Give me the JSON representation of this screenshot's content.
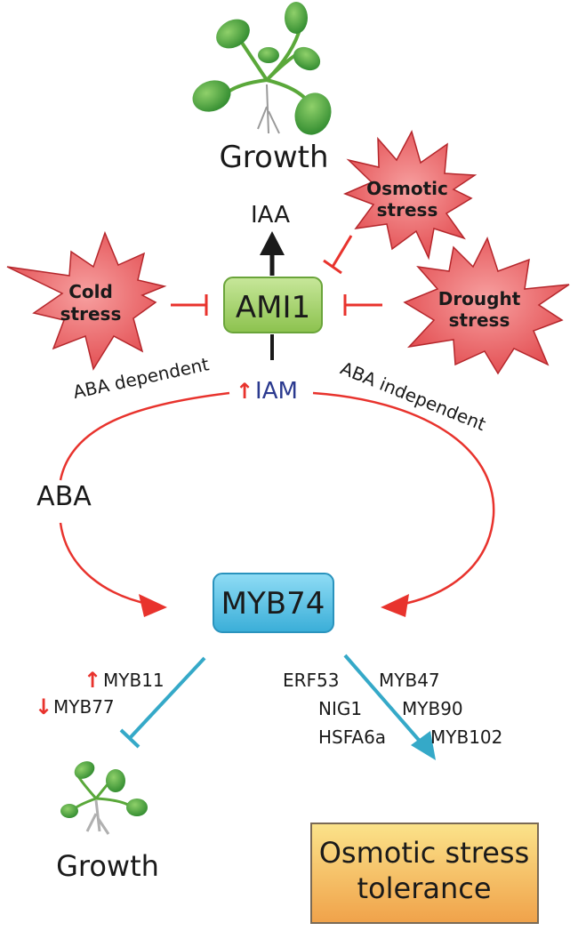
{
  "labels": {
    "growth_top": "Growth",
    "osmotic_stress_line1": "Osmotic",
    "osmotic_stress_line2": "stress",
    "iaa": "IAA",
    "cold_stress_line1": "Cold",
    "cold_stress_line2": "stress",
    "ami1": "AMI1",
    "drought_stress_line1": "Drought",
    "drought_stress_line2": "stress",
    "aba_dependent": "ABA dependent",
    "iam_arrow": "↑",
    "iam": "IAM",
    "aba_independent": "ABA independent",
    "aba": "ABA",
    "myb74": "MYB74",
    "myb11_arrow": "↑",
    "myb11": "MYB11",
    "myb77_arrow": "↓",
    "myb77": "MYB77",
    "erf53": "ERF53",
    "myb47": "MYB47",
    "nig1": "NIG1",
    "myb90": "MYB90",
    "hsfa6a": "HSFA6a",
    "myb102": "MYB102",
    "growth_bottom": "Growth",
    "tolerance_line1": "Osmotic stress",
    "tolerance_line2": "tolerance"
  },
  "colors": {
    "stress_star": "#e8555a",
    "inhibit_red": "#e8332d",
    "ami1_box": "#a6d26a",
    "myb74_box": "#5cc3e6",
    "myb_arrow": "#35a9c8",
    "iam_text": "#2b3a8f",
    "tolerance_box": "#f2b155"
  }
}
